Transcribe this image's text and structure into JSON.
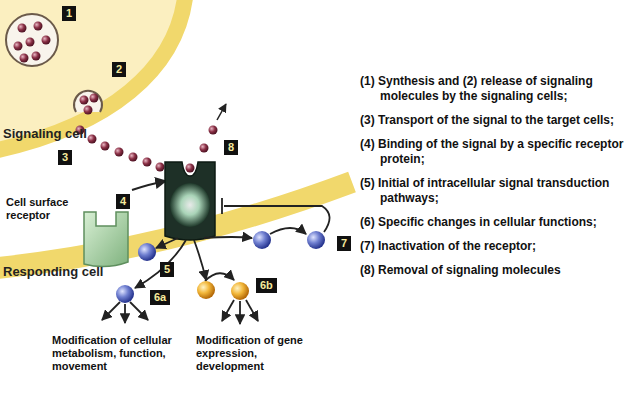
{
  "diagram": {
    "nodes": [
      {
        "text": [
          "Signaling cell"
        ]
      },
      {
        "text": [
          "Responding cell"
        ]
      }
    ],
    "labels": [
      "1",
      "2",
      "3",
      "8",
      "4",
      "Cell surface receptor",
      "5",
      "7",
      "6a",
      "6b",
      "Modification of cellular metabolism, function, movement",
      "Modification of gene expression, development",
      "(1) Synthesis and (2) release of signaling molecules by the signaling cells;",
      "(3) Transport of the signal to the target cells;",
      "(4) Binding of the signal by a specific receptor protein;",
      "(5) Initial of intracellular signal transduction pathways;",
      "(6) Specific changes in cellular functions;",
      "(7) Inactivation of the receptor;",
      "(8) Removal of signaling molecules"
    ]
  }
}
